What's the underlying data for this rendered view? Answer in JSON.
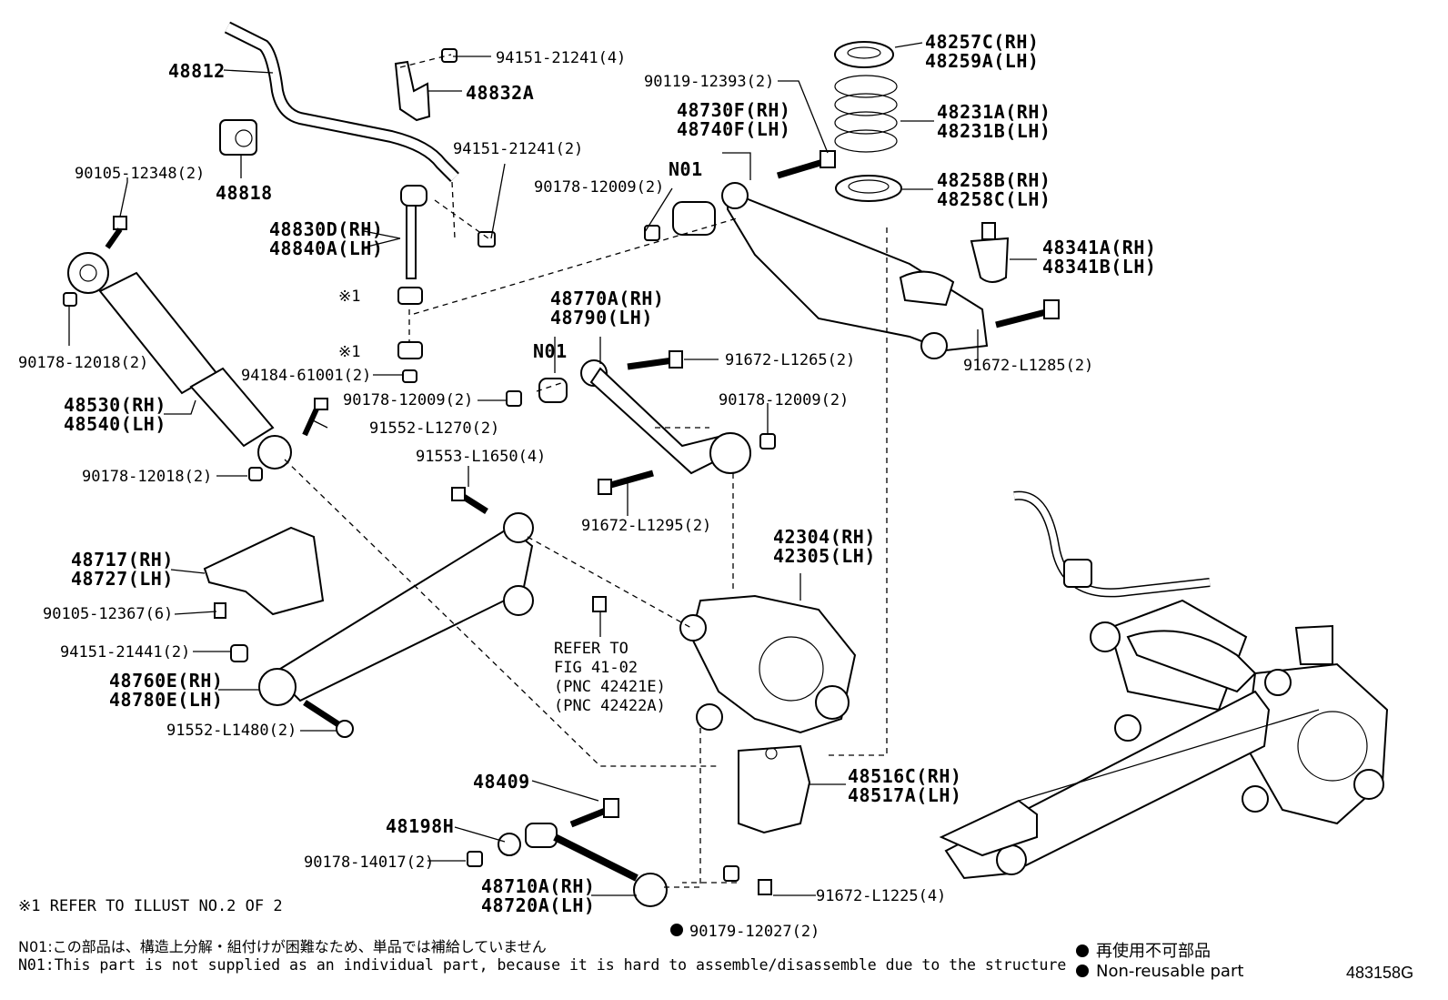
{
  "labels": {
    "l48812": "48812",
    "l94151_21241_4": "94151-21241(4)",
    "l48832A": "48832A",
    "l94151_21241_2": "94151-21241(2)",
    "l48818": "48818",
    "l90105_12348": "90105-12348(2)",
    "l48830D": "48830D(RH)\n48840A(LH)",
    "l90178_12018_a": "90178-12018(2)",
    "l94184": "94184-61001(2)",
    "l48530": "48530(RH)\n48540(LH)",
    "l90178_12009_a": "90178-12009(2)",
    "l91552_L1270": "91552-L1270(2)",
    "l90178_12018_b": "90178-12018(2)",
    "l91553": "91553-L1650(4)",
    "l48717": "48717(RH)\n48727(LH)",
    "l90105_12367": "90105-12367(6)",
    "l94151_21441": "94151-21441(2)",
    "l48760E": "48760E(RH)\n48780E(LH)",
    "l91552_L1480": "91552-L1480(2)",
    "l48257C": "48257C(RH)\n48259A(LH)",
    "l90119": "90119-12393(2)",
    "l48730F": "48730F(RH)\n48740F(LH)",
    "l48231A": "48231A(RH)\n48231B(LH)",
    "l90178_12009_b": "90178-12009(2)",
    "l48258B": "48258B(RH)\n48258C(LH)",
    "l48341A": "48341A(RH)\n48341B(LH)",
    "l48770A": "48770A(RH)\n48790(LH)",
    "l91672_L1265": "91672-L1265(2)",
    "l91672_L1285": "91672-L1285(2)",
    "l90178_12009_c": "90178-12009(2)",
    "l91672_L1295": "91672-L1295(2)",
    "l42304": "42304(RH)\n42305(LH)",
    "l_refer": "REFER TO\nFIG 41-02\n(PNC 42421E)\n(PNC 42422A)",
    "l48516C": "48516C(RH)\n48517A(LH)",
    "l48409": "48409",
    "l48198H": "48198H",
    "l90178_14017": "90178-14017(2)",
    "l48710A": "48710A(RH)\n48720A(LH)",
    "l91672_L1225": "91672-L1225(4)",
    "l90179": "90179-12027(2)",
    "n01_a": "N01",
    "n01_b": "N01",
    "x1_a": "※1",
    "x1_b": "※1"
  },
  "notes": {
    "refer_illust": "※1 REFER TO ILLUST NO.2 OF 2",
    "n01_jp": "N01:この部品は、構造上分解・組付けが困難なため、単品では補給していません",
    "n01_en": "N01:This part is not supplied as an individual part, because it is hard to assemble/disassemble due to the structure"
  },
  "legend": {
    "reuse_jp": "再使用不可部品",
    "reuse_en": "Non-reusable part"
  },
  "figure_code": "483158G"
}
